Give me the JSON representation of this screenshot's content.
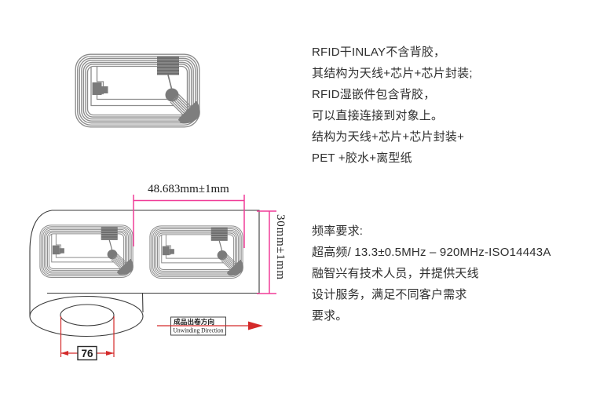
{
  "description_block": {
    "lines": [
      "RFID干INLAY不含背胶，",
      "其结构为天线+芯片+芯片封装;",
      "RFID湿嵌件包含背胶，",
      "可以直接连接到对象上。",
      "结构为天线+芯片+芯片封装+",
      "PET +胶水+离型纸"
    ]
  },
  "frequency_block": {
    "lines": [
      "频率要求:",
      "超高频/ 13.3±0.5MHz – 920MHz-ISO14443A",
      "融智兴有技术人员，并提供天线",
      "设计服务，满足不同客户需求",
      "要求。"
    ]
  },
  "roll_diagram": {
    "pitch_label": "48.683mm±1mm",
    "web_width_label": "30mm±1mm",
    "core_diameter_label": "76",
    "unwinding_cn": "成品出卷方向",
    "unwinding_en": "Unwinding Direction"
  },
  "colors": {
    "dimension_magenta": "#f03c98",
    "dimension_red": "#d42a2a",
    "coil_gray": "#8c8c8c",
    "chip_gray": "#6e6e6e",
    "fill_gray": "#7a7a7a",
    "outline_black": "#3a3a3a",
    "text_color": "#2f2f2f"
  }
}
